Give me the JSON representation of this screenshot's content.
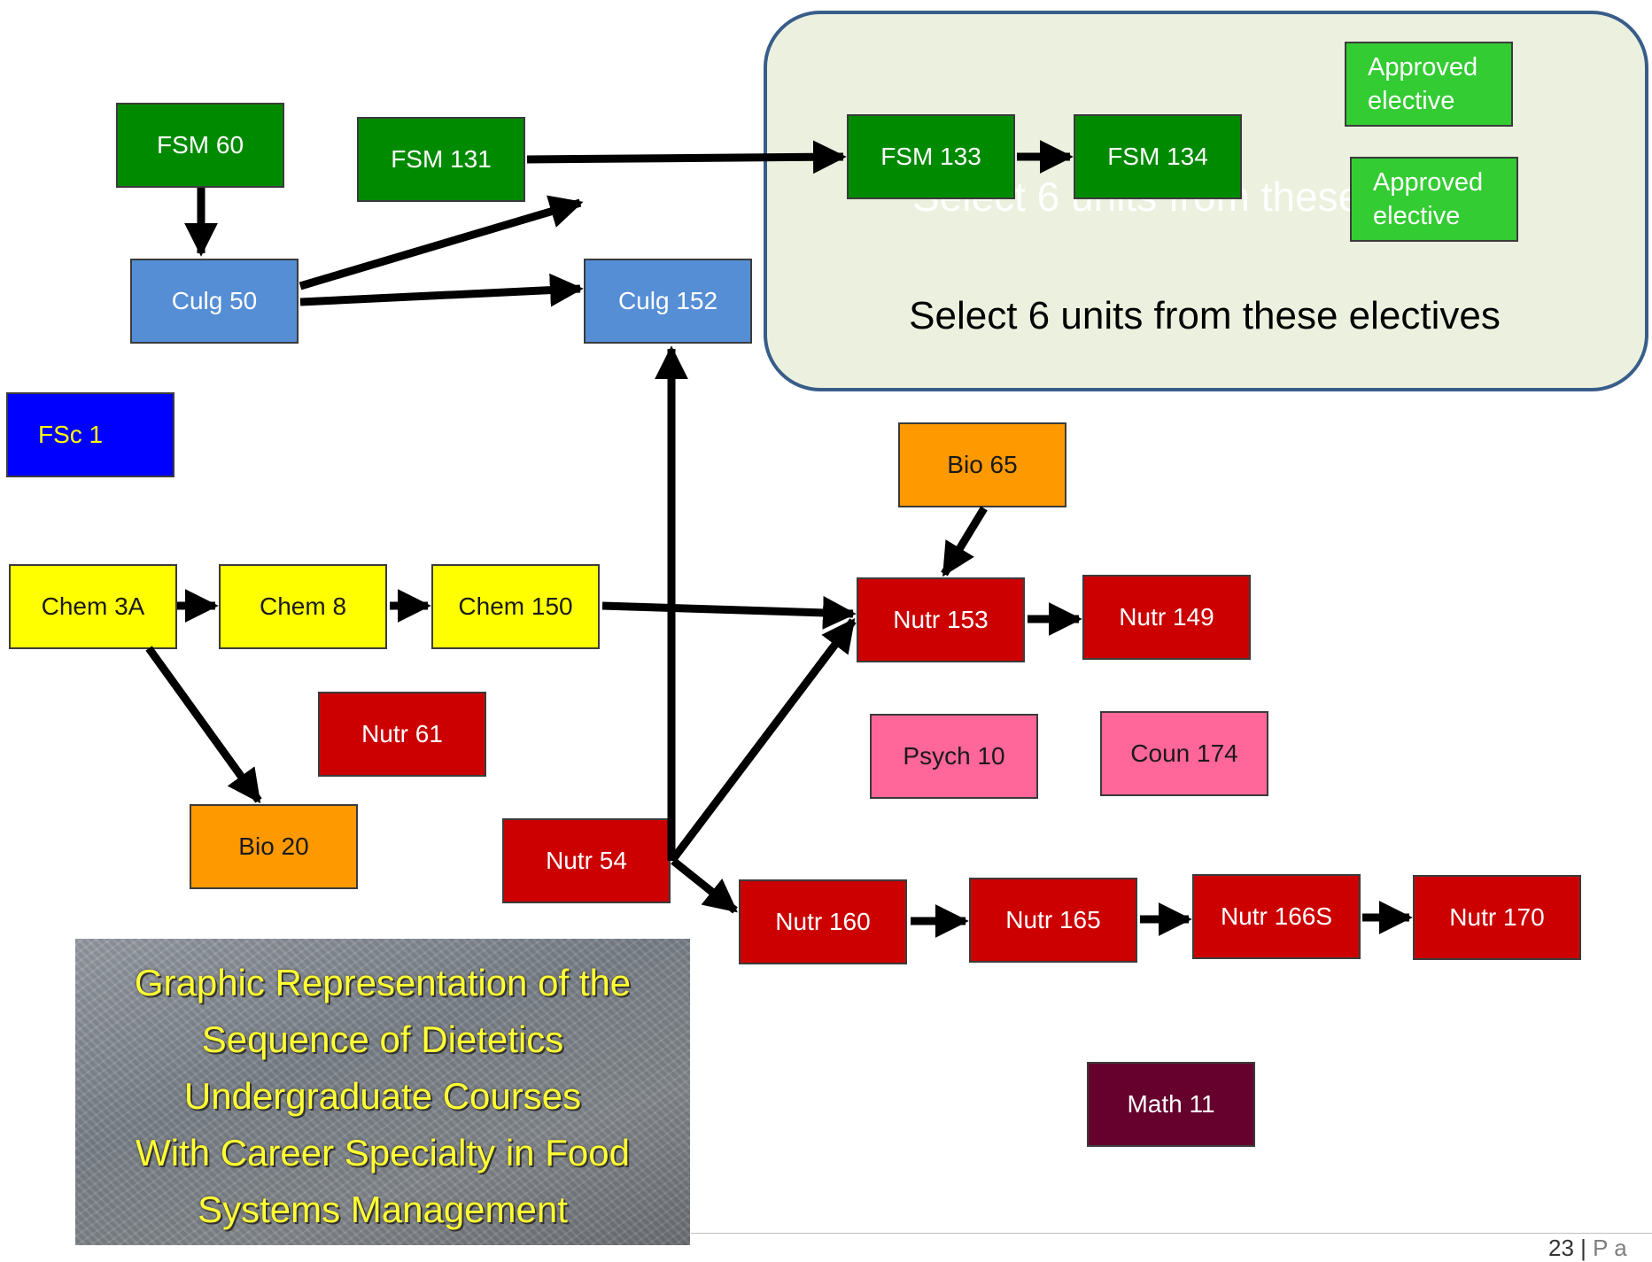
{
  "electives_panel": {
    "ghost_text": "Select 6 units from these",
    "caption": "Select 6 units from these electives"
  },
  "courses": {
    "fsm60": "FSM 60",
    "fsm131": "FSM 131",
    "fsm133": "FSM 133",
    "fsm134": "FSM 134",
    "elective1": "Approved elective",
    "elective2": "Approved elective",
    "culg50": "Culg 50",
    "culg152": "Culg 152",
    "fsc1": "FSc 1",
    "bio65": "Bio 65",
    "chem3a": "Chem 3A",
    "chem8": "Chem 8",
    "chem150": "Chem 150",
    "nutr153": "Nutr 153",
    "nutr149": "Nutr 149",
    "nutr61": "Nutr 61",
    "psych10": "Psych 10",
    "coun174": "Coun 174",
    "bio20": "Bio 20",
    "nutr54": "Nutr 54",
    "nutr160": "Nutr 160",
    "nutr165": "Nutr 165",
    "nutr166s": "Nutr 166S",
    "nutr170": "Nutr 170",
    "math11": "Math 11"
  },
  "title_card": {
    "lines": [
      "Graphic Representation of the",
      "Sequence of Dietetics",
      "Undergraduate Courses",
      "With Career Specialty in Food",
      "Systems Management"
    ]
  },
  "footer": {
    "page_number": "23",
    "separator": "|",
    "page_word": "P a"
  },
  "colors": {
    "fsm": "#008a00",
    "elective": "#33cc33",
    "culinary": "#558ed5",
    "fsc": "#0000ff",
    "chemistry": "#ffff00",
    "biology": "#ff9900",
    "nutrition": "#cc0000",
    "psych_coun": "#ff6699",
    "math": "#66002d",
    "panel_fill": "#ebf1de",
    "panel_border": "#385d8a",
    "title_text": "#ffff33"
  }
}
